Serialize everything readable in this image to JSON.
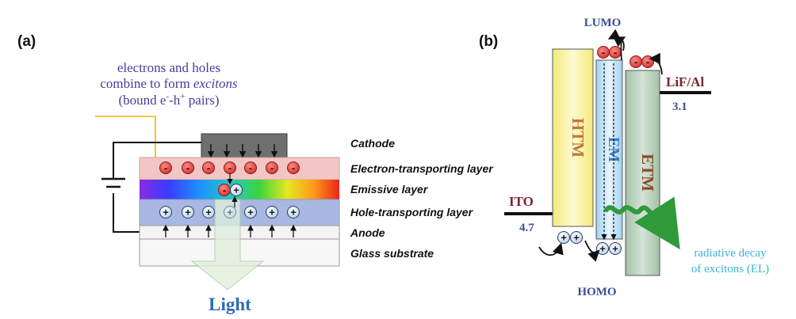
{
  "panel_a": {
    "label": "(a)",
    "caption": {
      "line1": "electrons and holes",
      "line2_prefix": "combine to form ",
      "line2_italic": "excitons",
      "line3_open": "(bound e",
      "line3_sup1": "-",
      "line3_mid": "-h",
      "line3_sup2": "+",
      "line3_close": " pairs)"
    },
    "layers": {
      "cathode": "Cathode",
      "etl": "Electron-transporting layer",
      "emissive": "Emissive layer",
      "htl": "Hole-transporting layer",
      "anode": "Anode",
      "glass": "Glass substrate"
    },
    "electron_symbol": "-",
    "hole_symbol": "+",
    "light": "Light",
    "colors": {
      "electron": "#e53935",
      "hole": "#cfe3f7",
      "etl_fill": "#f3c6c6",
      "htl_fill": "#a9b8e2",
      "light_arrow": "#dff0dc",
      "light_text": "#2c6db3"
    }
  },
  "panel_b": {
    "label": "(b)",
    "lumo": "LUMO",
    "homo": "HOMO",
    "ito": "ITO",
    "ito_value": "4.7",
    "lif": "LiF/Al",
    "lif_value": "3.1",
    "htm": "HTM",
    "em": "EM",
    "etm": "ETM",
    "radiative_line1": "radiative decay",
    "radiative_line2": "of excitons (EL)",
    "colors": {
      "htm_fill": "#faf3a6",
      "em_fill": "#bfe3f3",
      "etm_fill": "#b5cdb8",
      "label_color": "#7a2330",
      "value_color": "#3d4d9a",
      "radiative_text": "#3ab3d8",
      "wave": "#2e9a3a"
    }
  }
}
